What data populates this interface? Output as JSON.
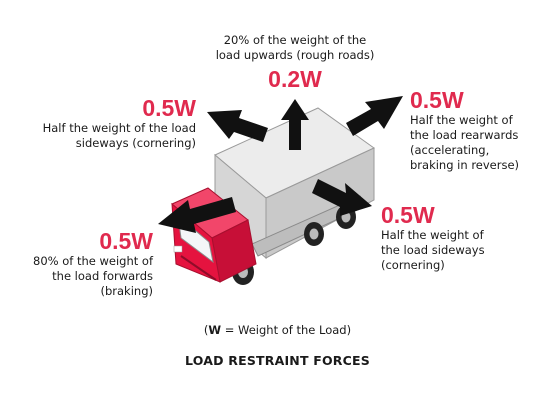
{
  "colors": {
    "accent": "#e02a4e",
    "truck_red": "#e5133f",
    "arrow": "#111111",
    "cargo": "#dcdcdc"
  },
  "forces": {
    "up": {
      "desc_lines": [
        "20% of the weight of the",
        "load upwards (rough roads)"
      ],
      "value": "0.2W"
    },
    "left": {
      "value": "0.5W",
      "desc_lines": [
        "Half the weight of the load",
        "sideways (cornering)"
      ]
    },
    "rear": {
      "value": "0.5W",
      "desc_lines": [
        "Half the weight of",
        "the load rearwards",
        "(accelerating,",
        "braking in reverse)"
      ]
    },
    "right": {
      "value": "0.5W",
      "desc_lines": [
        "Half the weight of",
        "the load sideways",
        "(cornering)"
      ]
    },
    "front": {
      "value": "0.5W",
      "desc_lines": [
        "80% of the weight of",
        "the load forwards",
        "(braking)"
      ]
    }
  },
  "legend": {
    "open": "(",
    "symbol": "W",
    "rest": " = Weight of the Load)"
  },
  "title": "LOAD RESTRAINT FORCES"
}
